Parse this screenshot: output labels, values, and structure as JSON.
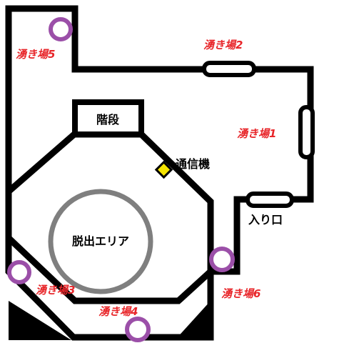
{
  "colors": {
    "wall": "#000000",
    "floor": "#ffffff",
    "label_red": "#e8262a",
    "marker_purple": "#9b4fa8",
    "zone_circle": "#7f7f7f",
    "comm_device": "#f5e400"
  },
  "spawn_points": [
    {
      "label": "湧き場1",
      "marker": "capsule-vertical"
    },
    {
      "label": "湧き場2",
      "marker": "capsule-horizontal"
    },
    {
      "label": "湧き場3",
      "marker": "purple-circle"
    },
    {
      "label": "湧き場4",
      "marker": "purple-circle"
    },
    {
      "label": "湧き場5",
      "marker": "purple-circle"
    },
    {
      "label": "湧き場6",
      "marker": "purple-circle"
    }
  ],
  "places": {
    "stairs": "階段",
    "comm_device": "通信機",
    "entrance": "入り口",
    "escape_area": "脱出エリア"
  }
}
